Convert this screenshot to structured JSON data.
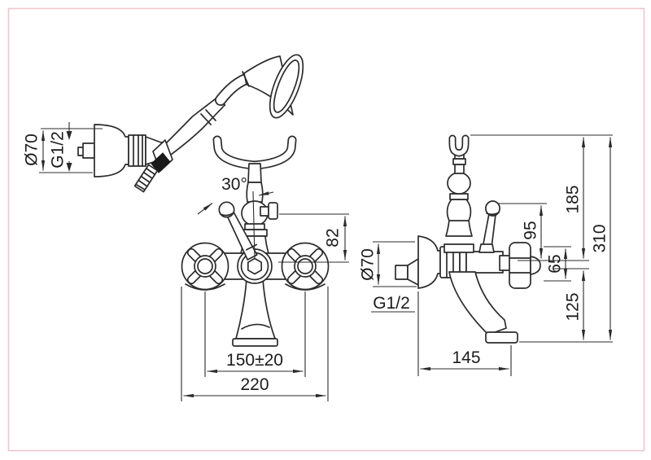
{
  "page": {
    "border_color": "#f0c6ca",
    "line_color": "#2b2b2b",
    "description": "Technical dimensional drawing of bath-shower mixer with cradle and hand shower"
  },
  "labels": {
    "bracket_diameter": "Ø70",
    "bracket_thread": "G1/2",
    "diverter_angle": "30°",
    "knob_height": "82",
    "inlet_centers": "150±20",
    "overall_width": "220",
    "flange_diameter": "Ø70",
    "wall_thread": "G1/2",
    "cradle_above_center": "185",
    "lever_above_center": "95",
    "handle_depth": "65",
    "overall_height": "310",
    "center_to_spout": "125",
    "spout_reach": "145"
  }
}
